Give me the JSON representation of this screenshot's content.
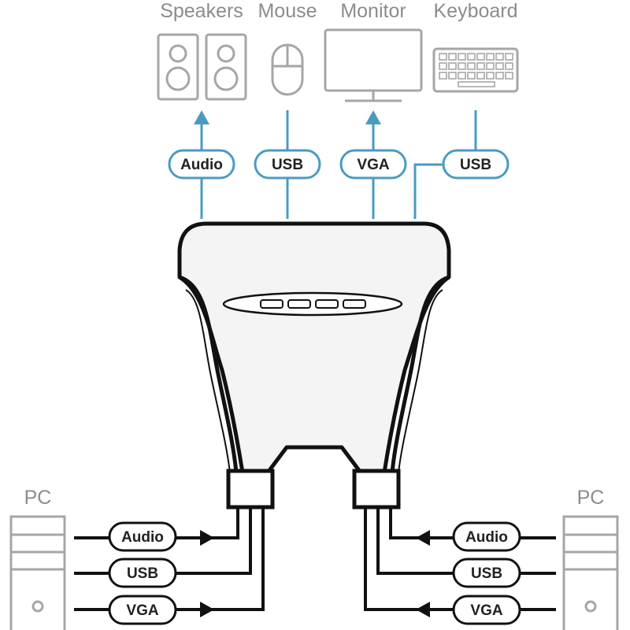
{
  "devices": {
    "speakers": "Speakers",
    "mouse": "Mouse",
    "monitor": "Monitor",
    "keyboard": "Keyboard"
  },
  "top_cables": {
    "audio": "Audio",
    "usb_mouse": "USB",
    "vga": "VGA",
    "usb_keyboard": "USB"
  },
  "left_pc": {
    "label": "PC",
    "cables": {
      "audio": "Audio",
      "usb": "USB",
      "vga": "VGA"
    }
  },
  "right_pc": {
    "label": "PC",
    "cables": {
      "audio": "Audio",
      "usb": "USB",
      "vga": "VGA"
    }
  },
  "colors": {
    "device_gray": "#a6a6a6",
    "cable_blue": "#4a9bc0",
    "body_black": "#111111",
    "body_fill": "#f2f2f2"
  }
}
